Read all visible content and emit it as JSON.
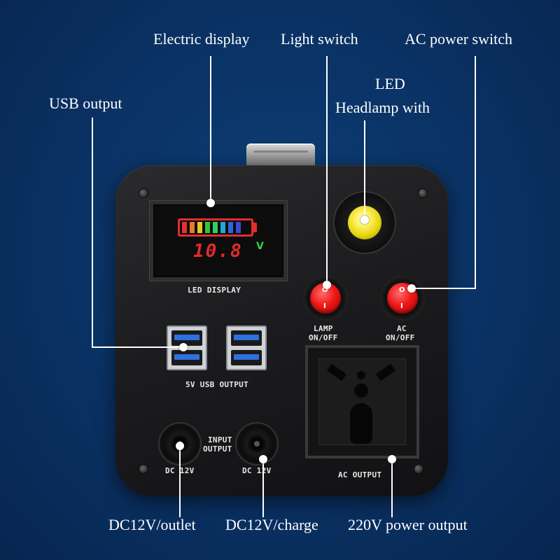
{
  "callouts": {
    "electric_display": "Electric display",
    "light_switch": "Light switch",
    "ac_power_switch": "AC power switch",
    "led_line1": "LED",
    "led_line2": "Headlamp with",
    "usb_output": "USB output",
    "dc_outlet": "DC12V/outlet",
    "dc_charge": "DC12V/charge",
    "ac_output_220v": "220V power output"
  },
  "panel": {
    "led_display": "LED DISPLAY",
    "lamp_switch_line1": "LAMP",
    "lamp_switch_line2": "ON/OFF",
    "ac_switch_line1": "AC",
    "ac_switch_line2": "ON/OFF",
    "usb_output": "5V USB OUTPUT",
    "input_output_line1": "INPUT",
    "input_output_line2": "OUTPUT",
    "dc_left": "DC 12V",
    "dc_right": "DC 12V",
    "ac_output": "AC OUTPUT"
  },
  "display": {
    "voltage": "10.8",
    "unit": "V",
    "battery_bar_colors": [
      "#e53030",
      "#e57b25",
      "#e5c824",
      "#36c43a",
      "#2bd15a",
      "#1fa8d8",
      "#2a66e0",
      "#3c49d6"
    ]
  },
  "switch_marks": {
    "on": "I",
    "off": "O"
  },
  "colors": {
    "background": "#0a3163",
    "switch_red": "#f01818",
    "lamp_yellow": "#fff36a",
    "usb_blue": "#2f6fe0",
    "display_red": "#e42a2a",
    "display_green": "#2fd23f"
  }
}
